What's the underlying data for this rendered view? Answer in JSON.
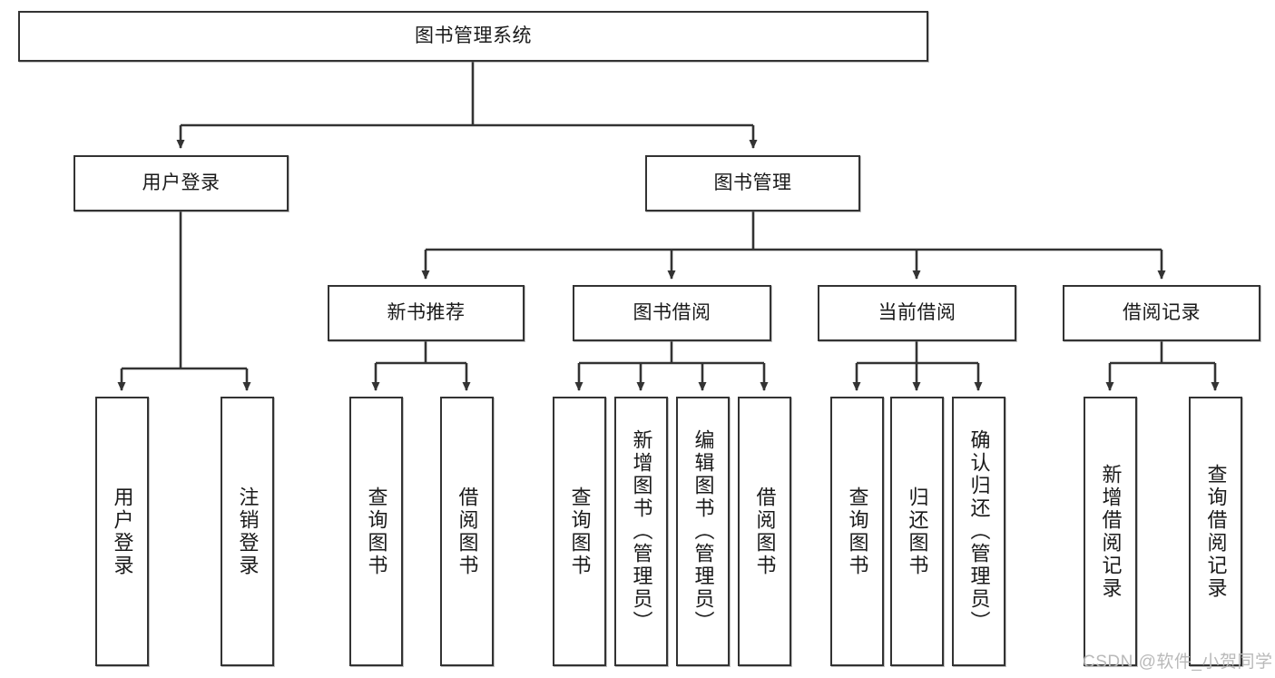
{
  "diagram": {
    "type": "tree",
    "title": "图书管理系统",
    "root": {
      "label": "图书管理系统"
    },
    "level2": [
      {
        "label": "用户登录"
      },
      {
        "label": "图书管理"
      }
    ],
    "level3": [
      {
        "label": "新书推荐"
      },
      {
        "label": "图书借阅"
      },
      {
        "label": "当前借阅"
      },
      {
        "label": "借阅记录"
      }
    ],
    "leaves": {
      "user_login": [
        {
          "label": "用户登录"
        },
        {
          "label": "注销登录"
        }
      ],
      "new_book_recommend": [
        {
          "label": "查询图书"
        },
        {
          "label": "借阅图书"
        }
      ],
      "book_borrow": [
        {
          "label": "查询图书"
        },
        {
          "label": "新增图书（管理员）"
        },
        {
          "label": "编辑图书（管理员）"
        },
        {
          "label": "借阅图书"
        }
      ],
      "current_borrow": [
        {
          "label": "查询图书"
        },
        {
          "label": "归还图书"
        },
        {
          "label": "确认归还（管理员）"
        }
      ],
      "borrow_record": [
        {
          "label": "新增借阅记录"
        },
        {
          "label": "查询借阅记录"
        }
      ]
    }
  },
  "watermark": {
    "text": "CSDN @软件_小贺同学"
  },
  "colors": {
    "stroke": "#333333",
    "background": "#ffffff",
    "text": "#1a1a1a",
    "watermark": "#b9b9b9"
  }
}
